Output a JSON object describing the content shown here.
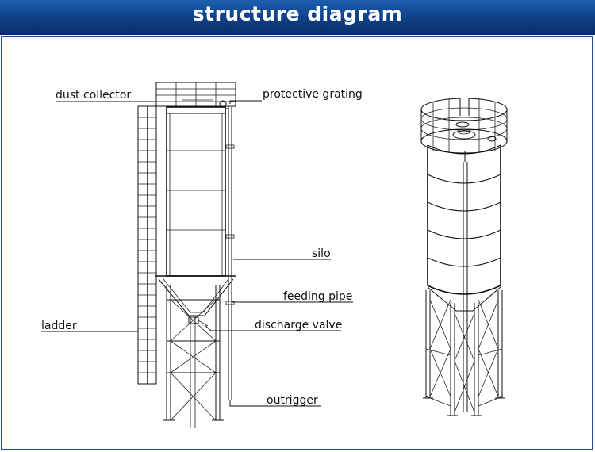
{
  "header": {
    "title": "structure diagram",
    "background": "#0e3f86",
    "text_color": "#ffffff"
  },
  "labels": {
    "dust_collector": "dust collector",
    "protective_grating": "protective grating",
    "silo": "silo",
    "feeding_pipe": "feeding pipe",
    "ladder": "ladder",
    "discharge_valve": "discharge valve",
    "outrigger": "outrigger"
  }
}
